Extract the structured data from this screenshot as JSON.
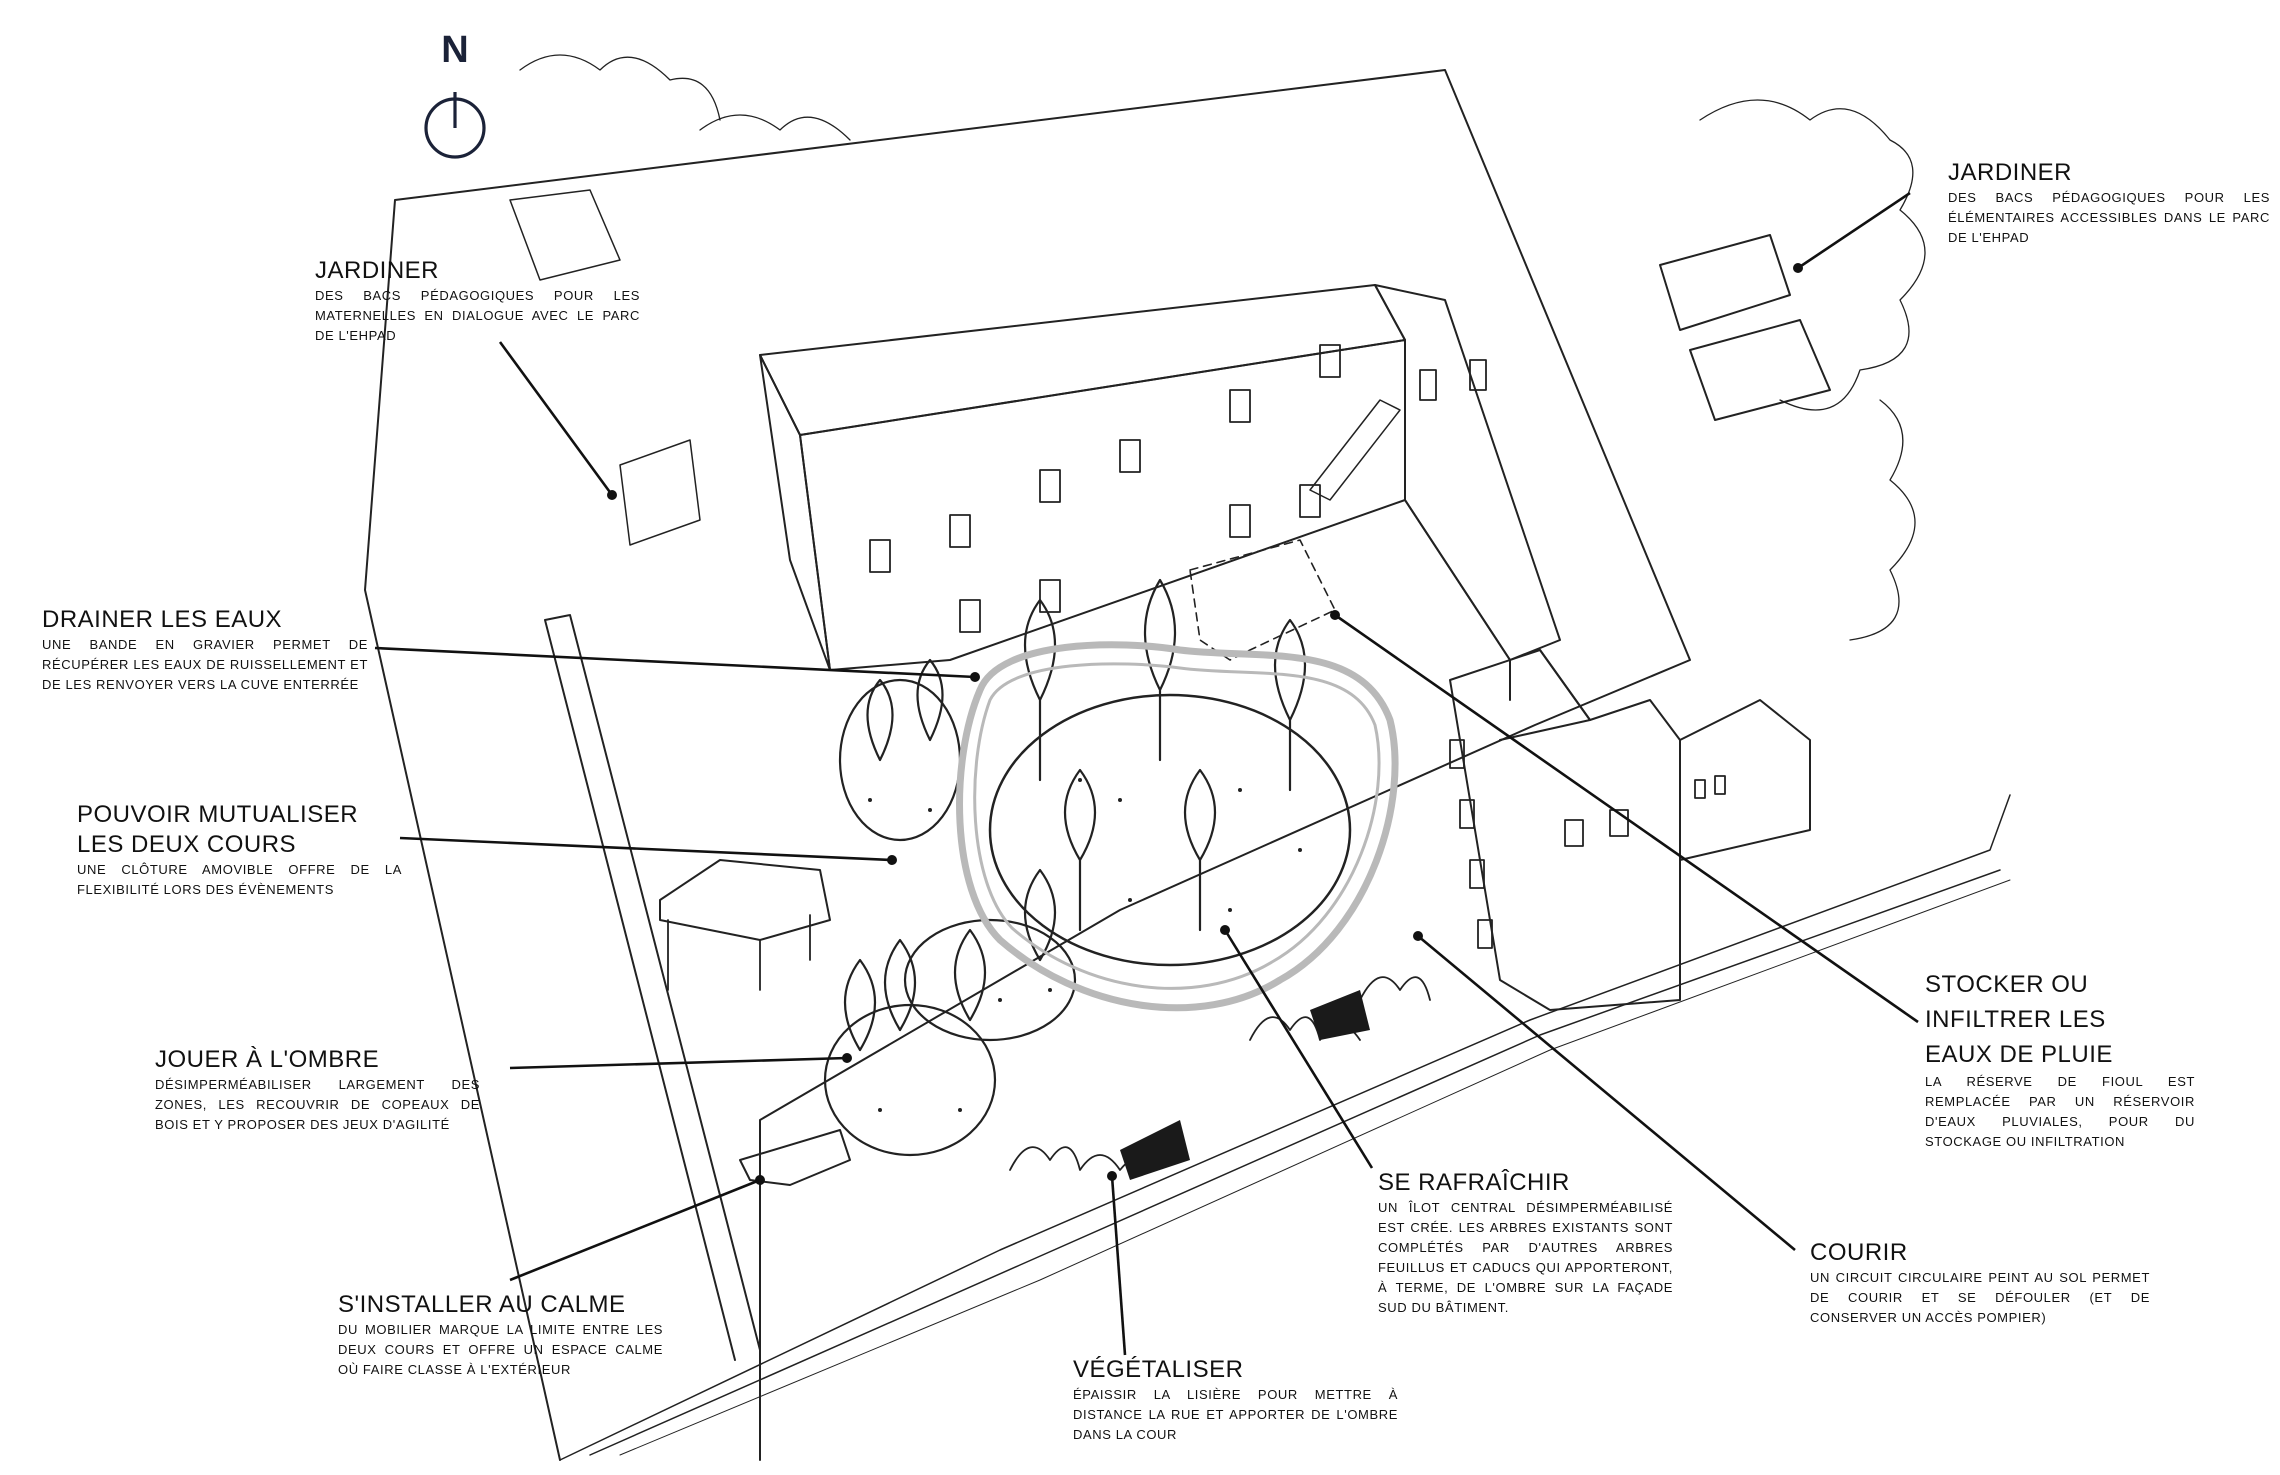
{
  "north": {
    "label": "N",
    "icon": "north-arrow-icon",
    "color": "#1b2238"
  },
  "annotations": [
    {
      "id": "jardiner-left",
      "title": "JARDINER",
      "body": "DES BACS PÉDAGOGIQUES POUR LES MATERNELLES EN DIALOGUE AVEC LE PARC DE L'EHPAD"
    },
    {
      "id": "jardiner-right",
      "title": "JARDINER",
      "body": "DES BACS PÉDAGOGIQUES POUR LES ÉLÉMENTAIRES ACCESSIBLES DANS LE PARC DE L'EHPAD"
    },
    {
      "id": "drainer",
      "title": "DRAINER LES EAUX",
      "body": "UNE BANDE EN GRAVIER PERMET DE RÉCUPÉRER LES EAUX DE RUISSELLEMENT ET DE LES RENVOYER VERS LA CUVE ENTERRÉE"
    },
    {
      "id": "mutualiser",
      "title": "POUVOIR MUTUALISER LES DEUX COURS",
      "body": "UNE CLÔTURE AMOVIBLE OFFRE DE LA FLEXIBILITÉ LORS DES ÉVÈNEMENTS"
    },
    {
      "id": "jouer",
      "title": "JOUER À L'OMBRE",
      "body": "DÉSIMPERMÉABILISER LARGEMENT DES ZONES, LES RECOUVRIR DE COPEAUX DE BOIS ET Y PROPOSER DES JEUX D'AGILITÉ"
    },
    {
      "id": "installer",
      "title": "S'INSTALLER AU CALME",
      "body": "DU MOBILIER MARQUE LA LIMITE ENTRE LES DEUX COURS ET OFFRE UN ESPACE CALME OÙ FAIRE CLASSE À L'EXTÉRIEUR"
    },
    {
      "id": "vegetaliser",
      "title": "VÉGÉTALISER",
      "body": "ÉPAISSIR LA LISIÈRE POUR METTRE À DISTANCE LA RUE ET APPORTER DE L'OMBRE DANS LA COUR"
    },
    {
      "id": "rafraichir",
      "title": "SE RAFRAÎCHIR",
      "body": "UN ÎLOT CENTRAL DÉSIMPERMÉABILISÉ EST CRÉE. LES ARBRES EXISTANTS SONT COMPLÉTÉS PAR D'AUTRES ARBRES FEUILLUS ET CADUCS QUI APPORTERONT, À TERME, DE L'OMBRE SUR LA FAÇADE SUD DU BÂTIMENT."
    },
    {
      "id": "stocker",
      "title": "STOCKER OU INFILTRER LES EAUX DE PLUIE",
      "body": "LA RÉSERVE DE FIOUL EST REMPLACÉE PAR UN RÉSERVOIR D'EAUX PLUVIALES, POUR DU STOCKAGE OU INFILTRATION"
    },
    {
      "id": "courir",
      "title": "COURIR",
      "body": "UN CIRCUIT CIRCULAIRE PEINT AU SOL PERMET DE COURIR ET SE DÉFOULER (ET DE CONSERVER UN ACCÈS POMPIER)"
    }
  ],
  "colors": {
    "ink": "#111111",
    "track": "#b9b9b9",
    "north": "#1b2238"
  }
}
